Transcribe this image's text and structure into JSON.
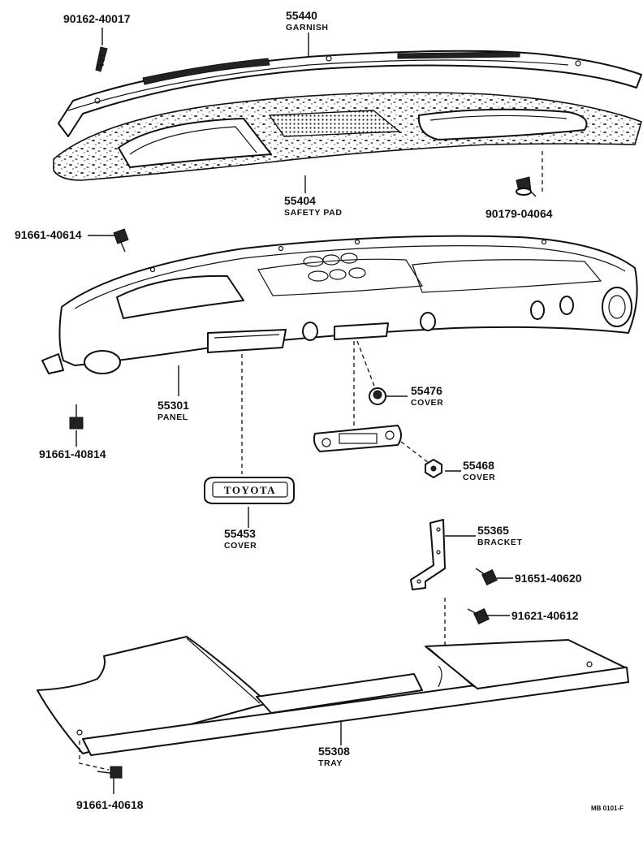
{
  "parts": {
    "garnish": {
      "number": "55440",
      "name": "GARNISH"
    },
    "safety_pad": {
      "number": "55404",
      "name": "SAFETY PAD"
    },
    "panel": {
      "number": "55301",
      "name": "PANEL"
    },
    "cover_55476": {
      "number": "55476",
      "name": "COVER"
    },
    "cover_55468": {
      "number": "55468",
      "name": "COVER"
    },
    "cover_55453": {
      "number": "55453",
      "name": "COVER"
    },
    "bracket": {
      "number": "55365",
      "name": "BRACKET"
    },
    "tray": {
      "number": "55308",
      "name": "TRAY"
    }
  },
  "fasteners": {
    "f_90162_40017": "90162-40017",
    "f_90179_04064": "90179-04064",
    "f_91661_40614": "91661-40614",
    "f_91661_40814": "91661-40814",
    "f_91651_40620": "91651-40620",
    "f_91621_40612": "91621-40612",
    "f_91661_40618": "91661-40618"
  },
  "emblem_text": "TOYOTA",
  "reference_code": "MB 0101-F"
}
